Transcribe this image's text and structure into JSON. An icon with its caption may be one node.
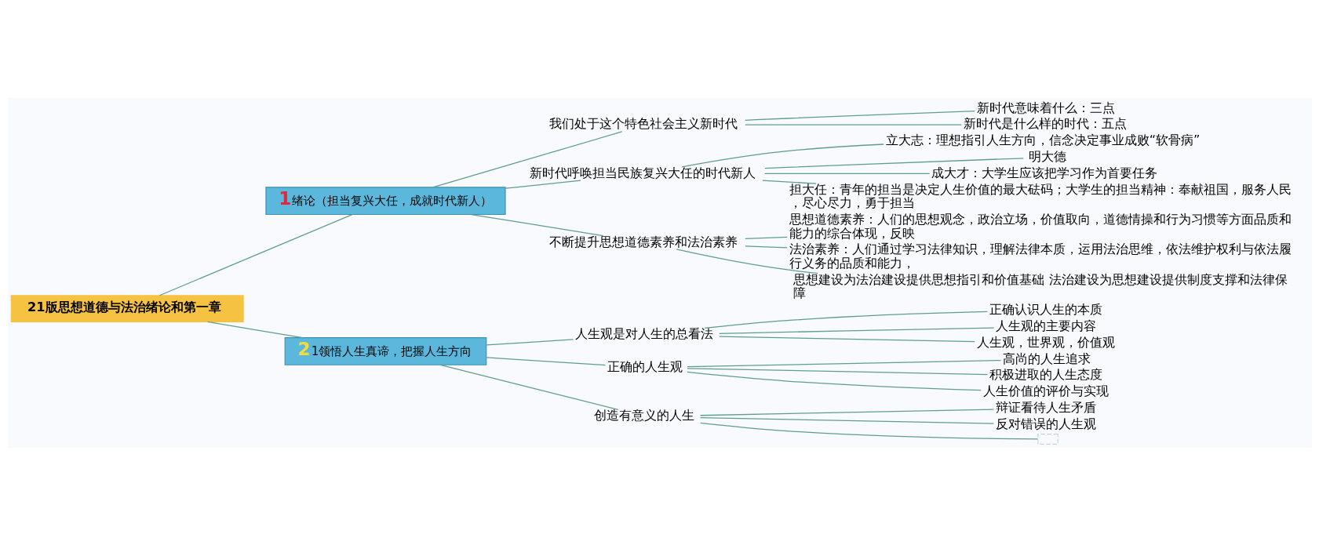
{
  "diagram": {
    "nodes": [
      {
        "text": [
          "21版思想道德与法治绪论和第一章"
        ]
      },
      {
        "text": [
          "1",
          "绪论（担当复兴大任，成就时代新人）"
        ]
      },
      {
        "text": [
          "我们处于这个特色社会主义新时代"
        ]
      },
      {
        "text": [
          "新时代意味着什么：三点"
        ]
      },
      {
        "text": [
          "新时代是什么样的时代：五点"
        ]
      },
      {
        "text": [
          "新时代呼唤担当民族复兴大任的时代新人"
        ]
      },
      {
        "text": [
          "立大志：理想指引人生方向，信念决定事业成败“软骨病”"
        ]
      },
      {
        "text": [
          "明大德"
        ]
      },
      {
        "text": [
          "成大才：大学生应该把学习作为首要任务"
        ]
      },
      {
        "text": [
          "担大任：青年的担当是决定人生价值的最大砝码；大学生的担当精神：奉献祖国，服务人民，尽心尽力，勇于担当"
        ]
      },
      {
        "text": [
          "不断提升思想道德素养和法治素养"
        ]
      },
      {
        "text": [
          "思想道德素养：人们的思想观念，政治立场，价值取向，道德情操和行为习惯等方面品质和能力的综合体现，反映"
        ]
      },
      {
        "text": [
          "法治素养：人们通过学习法律知识，理解法律本质，运用法治思维，依法维护权利与依法履行义务的品质和能力，"
        ]
      },
      {
        "text": [
          "思想建设为法治建设提供思想指引和价值基础 法治建设为思想建设提供制度支撑和法律保障"
        ]
      },
      {
        "text": [
          "2",
          "1领悟人生真谛，把握人生方向"
        ]
      },
      {
        "text": [
          "人生观是对人生的总看法"
        ]
      },
      {
        "text": [
          "正确认识人生的本质"
        ]
      },
      {
        "text": [
          "人生观的主要内容"
        ]
      },
      {
        "text": [
          "人生观，世界观，价值观"
        ]
      },
      {
        "text": [
          "正确的人生观"
        ]
      },
      {
        "text": [
          "高尚的人生追求"
        ]
      },
      {
        "text": [
          "积极进取的人生态度"
        ]
      },
      {
        "text": [
          "人生价值的评价与实现"
        ]
      },
      {
        "text": [
          "创造有意义的人生"
        ]
      },
      {
        "text": [
          "辩证看待人生矛盾"
        ]
      },
      {
        "text": [
          "反对错误的人生观"
        ]
      },
      {
        "text": [],
        "shape": "box"
      }
    ],
    "edges": [
      {
        "from": 0,
        "to": 1,
        "arrow": "none"
      },
      {
        "from": 1,
        "to": 2,
        "arrow": "none"
      },
      {
        "from": 2,
        "to": 3,
        "arrow": "none"
      },
      {
        "from": 2,
        "to": 4,
        "arrow": "none"
      },
      {
        "from": 1,
        "to": 5,
        "arrow": "none"
      },
      {
        "from": 5,
        "to": 6,
        "arrow": "none"
      },
      {
        "from": 5,
        "to": 7,
        "arrow": "none"
      },
      {
        "from": 5,
        "to": 8,
        "arrow": "none"
      },
      {
        "from": 5,
        "to": 9,
        "arrow": "none"
      },
      {
        "from": 1,
        "to": 10,
        "arrow": "none"
      },
      {
        "from": 10,
        "to": 11,
        "arrow": "none"
      },
      {
        "from": 10,
        "to": 12,
        "arrow": "none"
      },
      {
        "from": 10,
        "to": 13,
        "arrow": "none"
      },
      {
        "from": 0,
        "to": 14,
        "arrow": "none"
      },
      {
        "from": 14,
        "to": 15,
        "arrow": "none"
      },
      {
        "from": 15,
        "to": 16,
        "arrow": "none"
      },
      {
        "from": 15,
        "to": 17,
        "arrow": "none"
      },
      {
        "from": 15,
        "to": 18,
        "arrow": "none"
      },
      {
        "from": 14,
        "to": 19,
        "arrow": "none"
      },
      {
        "from": 19,
        "to": 20,
        "arrow": "none"
      },
      {
        "from": 19,
        "to": 21,
        "arrow": "none"
      },
      {
        "from": 19,
        "to": 22,
        "arrow": "none"
      },
      {
        "from": 14,
        "to": 23,
        "arrow": "none"
      },
      {
        "from": 23,
        "to": 24,
        "arrow": "none"
      },
      {
        "from": 23,
        "to": 25,
        "arrow": "none"
      },
      {
        "from": 23,
        "to": 26,
        "arrow": "none"
      }
    ]
  }
}
